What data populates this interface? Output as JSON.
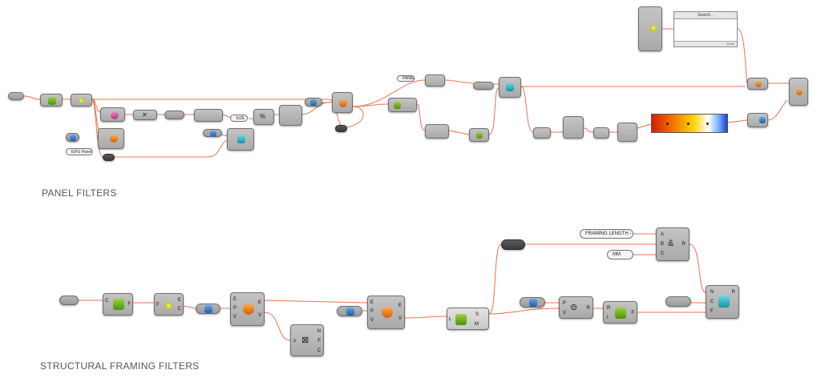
{
  "sections": {
    "panel_filters": "PANEL FILTERS",
    "structural_framing_filters": "STRUCTURAL FRAMING FILTERS"
  },
  "search_box": {
    "title": "Search...",
    "footer": "Done"
  },
  "panels": {
    "panel_label": "PANEL",
    "eifs_panel": "EIFS Panel",
    "size": "SIZE",
    "framing_length": "FRAMING LENGTH -",
    "mm": "MM"
  },
  "node_ports": {
    "c_f": [
      "C",
      "F"
    ],
    "f_e_c": [
      "F",
      "E",
      "C"
    ],
    "e_p_v_e_v": [
      "E",
      "P",
      "V",
      "E",
      "V"
    ],
    "x_n_f_c": [
      "x",
      "N",
      "F",
      "C"
    ],
    "l_s_m": [
      "L",
      "S",
      "M"
    ],
    "p_v_r": [
      "P",
      "V",
      "R"
    ],
    "r_i_f": [
      "R",
      "I",
      "F"
    ],
    "a_b_c_r": [
      "A",
      "B",
      "C",
      "R"
    ],
    "n_c_f_r": [
      "N",
      "C",
      "F",
      "R"
    ]
  },
  "colors": {
    "wire": "#f07050",
    "wire_dim": "#f4a08a",
    "node": "#b0b0b0"
  },
  "icons": [
    "green-cube-icon",
    "blue-item-icon",
    "teal-cube-icon",
    "pink-gear-icon",
    "orange-gear-icon",
    "x-icon",
    "equals-icon",
    "and-icon",
    "list-icon"
  ]
}
